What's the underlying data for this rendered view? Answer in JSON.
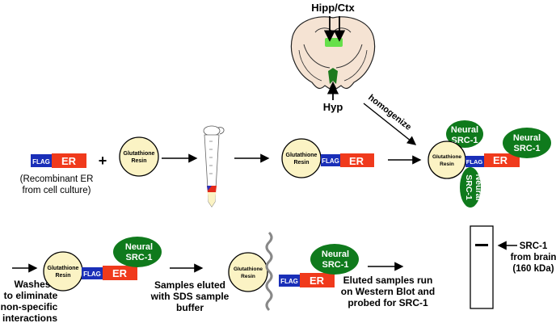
{
  "brain": {
    "label_top": "Hipp/Ctx",
    "label_bottom": "Hyp"
  },
  "step_labels": {
    "homogenize": "homogenize",
    "recombinant_line1": "(Recombinant ER",
    "recombinant_line2": "from cell culture)",
    "washes": [
      "Washes",
      "to eliminate",
      "non-specific",
      "interactions"
    ],
    "elute": [
      "Samples eluted",
      "with SDS sample",
      "buffer"
    ],
    "western": [
      "Eluted samples run",
      "on Western Blot and",
      "probed for SRC-1"
    ],
    "band": [
      "SRC-1",
      "from brain",
      "(160 kDa)"
    ]
  },
  "components": {
    "flag": "FLAG",
    "er": "ER",
    "resin_line1": "Glutathione",
    "resin_line2": "Resin",
    "src_line1": "Neural",
    "src_line2": "SRC-1",
    "plus": "+"
  },
  "colors": {
    "flag": "#1a2fb8",
    "er": "#f03a1c",
    "resin": "#fbf3c4",
    "src": "#0f7a1c",
    "brain": "#f5e3d3",
    "brain_highlight": "#66e04a",
    "hyp_highlight": "#1e7a1e"
  }
}
